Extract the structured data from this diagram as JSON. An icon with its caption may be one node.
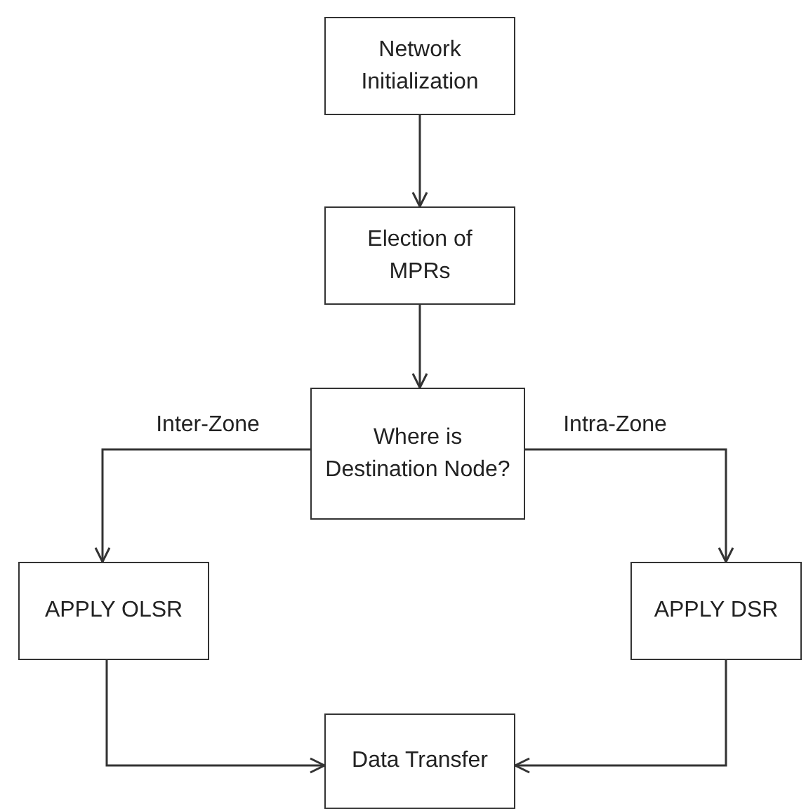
{
  "diagram": {
    "nodes": [
      {
        "text": [
          "Network Initialization"
        ]
      },
      {
        "text": [
          "Election of MPRs"
        ]
      },
      {
        "text": [
          "Where is Destination Node?"
        ]
      },
      {
        "text": [
          "APPLY OLSR"
        ]
      },
      {
        "text": [
          "APPLY DSR"
        ]
      },
      {
        "text": [
          "Data Transfer"
        ]
      }
    ],
    "edges": [
      {
        "from": 0,
        "to": 1,
        "arrow": "to"
      },
      {
        "from": 1,
        "to": 2,
        "arrow": "to"
      },
      {
        "from": 2,
        "to": 3,
        "arrow": "to",
        "label": "Inter-Zone"
      },
      {
        "from": 2,
        "to": 4,
        "arrow": "to",
        "label": "Intra-Zone"
      },
      {
        "from": 3,
        "to": 5,
        "arrow": "to"
      },
      {
        "from": 4,
        "to": 5,
        "arrow": "to"
      }
    ]
  }
}
